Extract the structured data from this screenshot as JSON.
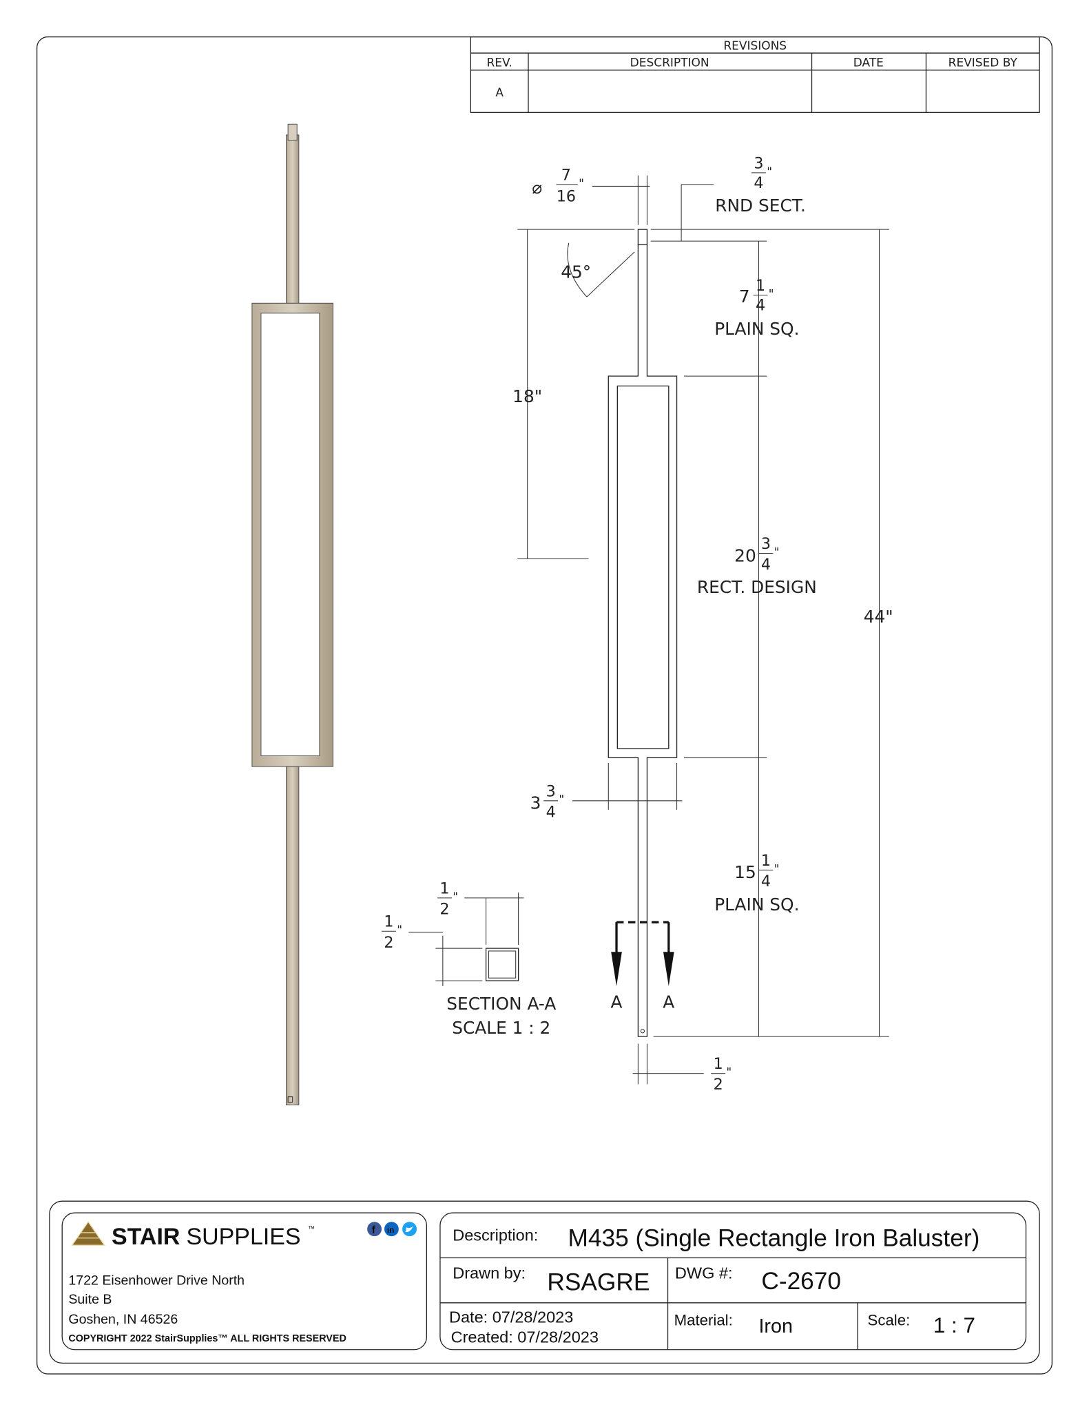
{
  "revisions": {
    "title": "REVISIONS",
    "headers": [
      "REV.",
      "DESCRIPTION",
      "DATE",
      "REVISED BY"
    ],
    "rows": [
      {
        "rev": "A",
        "description": "",
        "date": "",
        "revised_by": ""
      }
    ]
  },
  "dimensions": {
    "round_dia": {
      "symbol": "⌀",
      "num": "7",
      "den": "16",
      "unit": "\""
    },
    "round_sect": {
      "num": "3",
      "den": "4",
      "unit": "\"",
      "label": "RND SECT."
    },
    "angle": "45°",
    "plain_sq_top": {
      "whole": "7",
      "num": "1",
      "den": "4",
      "unit": "\"",
      "label": "PLAIN SQ."
    },
    "offset": "18\"",
    "rect_design": {
      "whole": "20",
      "num": "3",
      "den": "4",
      "unit": "\"",
      "label": "RECT. DESIGN"
    },
    "overall": "44\"",
    "width": {
      "whole": "3",
      "num": "3",
      "den": "4",
      "unit": "\""
    },
    "plain_sq_bottom": {
      "whole": "15",
      "num": "1",
      "den": "4",
      "unit": "\"",
      "label": "PLAIN SQ."
    },
    "bar": {
      "num": "1",
      "den": "2",
      "unit": "\""
    },
    "section_w": {
      "num": "1",
      "den": "2",
      "unit": "\""
    },
    "section_h": {
      "num": "1",
      "den": "2",
      "unit": "\""
    },
    "section_arrow_left": "A",
    "section_arrow_right": "A",
    "section_title": "SECTION A-A",
    "section_scale": "SCALE 1 : 2"
  },
  "company": {
    "logo_bold": "STAIR",
    "logo_light": "SUPPLIES",
    "logo_tm": "™",
    "address1": "1722 Eisenhower Drive North",
    "address2": "Suite B",
    "address3": "Goshen, IN 46526",
    "copyright": "COPYRIGHT 2022 StairSupplies™ ALL RIGHTS RESERVED",
    "social_icons": [
      "facebook-icon",
      "linkedin-icon",
      "twitter-icon"
    ],
    "logo_color": "#8a6a2a"
  },
  "title_block": {
    "description_label": "Description:",
    "description": "M435 (Single Rectangle Iron Baluster)",
    "drawn_by_label": "Drawn by:",
    "drawn_by": "RSAGRE",
    "dwg_label": "DWG #:",
    "dwg": "C-2670",
    "date": "Date: 07/28/2023",
    "created": "Created: 07/28/2023",
    "material_label": "Material:",
    "material": "Iron",
    "scale_label": "Scale:",
    "scale": "1 : 7"
  }
}
